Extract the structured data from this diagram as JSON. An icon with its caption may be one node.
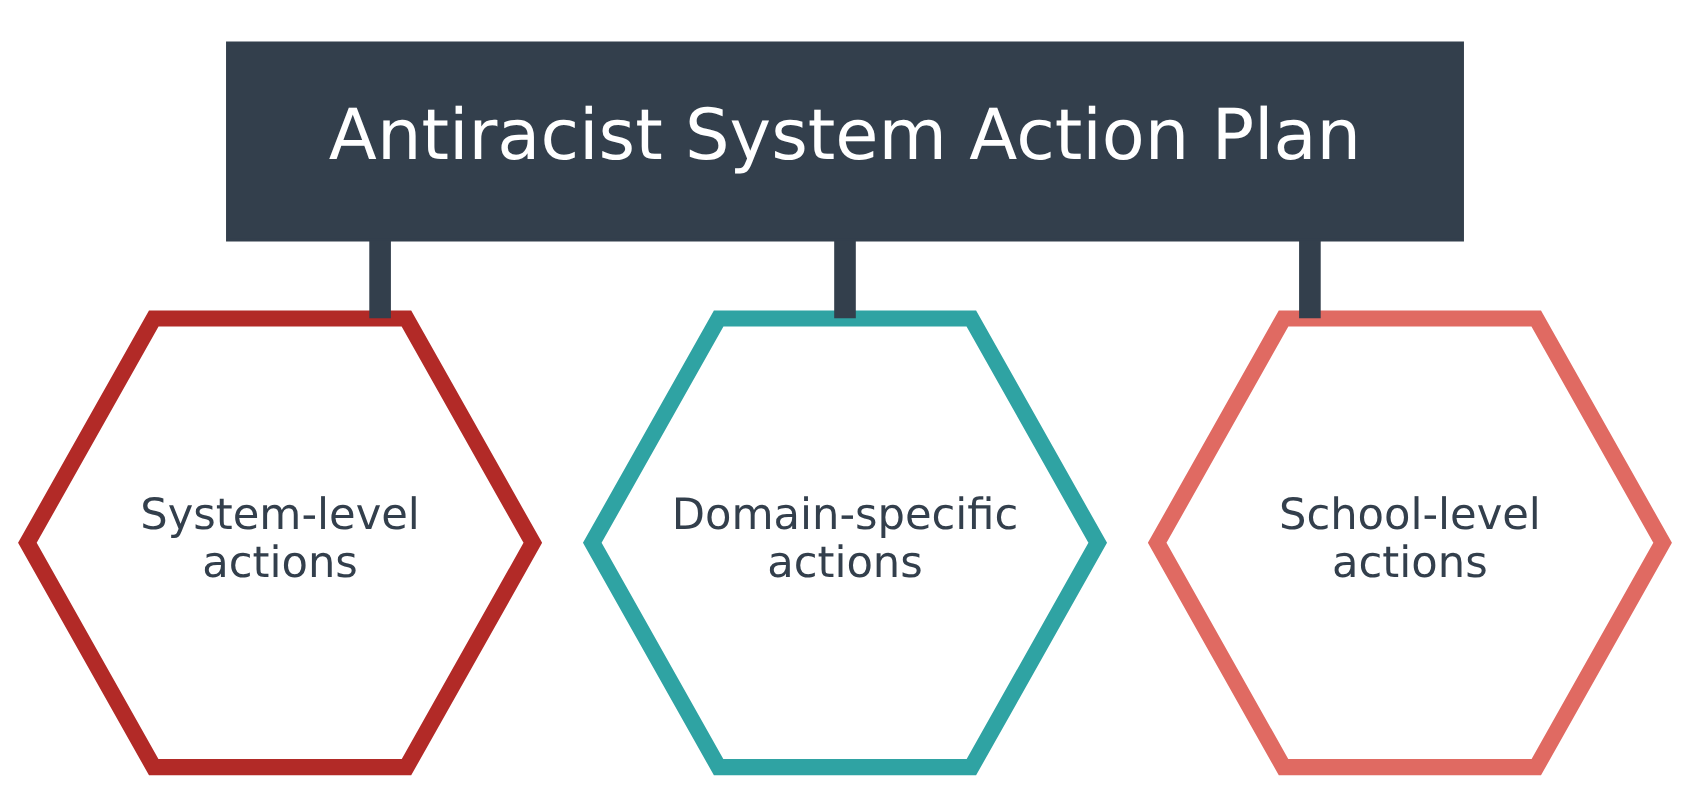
{
  "diagram": {
    "nodes": [
      {
        "text": [
          "Antiracist System Action Plan"
        ]
      },
      {
        "text": [
          "System-level actions"
        ]
      },
      {
        "text": [
          "Domain-specific actions"
        ]
      },
      {
        "text": [
          "School-level actions"
        ]
      }
    ],
    "edges": [
      {
        "from": 0,
        "to": 1,
        "arrow": "none"
      },
      {
        "from": 0,
        "to": 2,
        "arrow": "none"
      },
      {
        "from": 0,
        "to": 3,
        "arrow": "none"
      }
    ]
  }
}
